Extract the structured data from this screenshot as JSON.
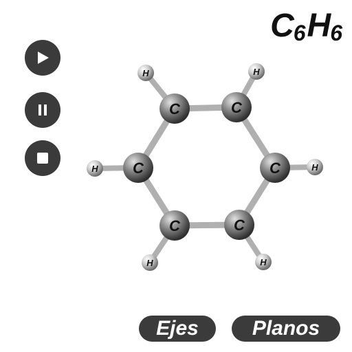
{
  "formula": {
    "c": "C",
    "c_count": "6",
    "h": "H",
    "h_count": "6"
  },
  "controls": {
    "play_icon": "play-icon",
    "pause_icon": "pause-icon",
    "stop_icon": "stop-icon"
  },
  "molecule": {
    "carbon_label": "C",
    "hydrogen_label": "H",
    "atom_colors": {
      "carbon": "#7a7a7a",
      "hydrogen": "#c8c8c8",
      "bond": "#b0b0b0"
    }
  },
  "buttons": {
    "axes_label": "Ejes",
    "planes_label": "Planos"
  }
}
